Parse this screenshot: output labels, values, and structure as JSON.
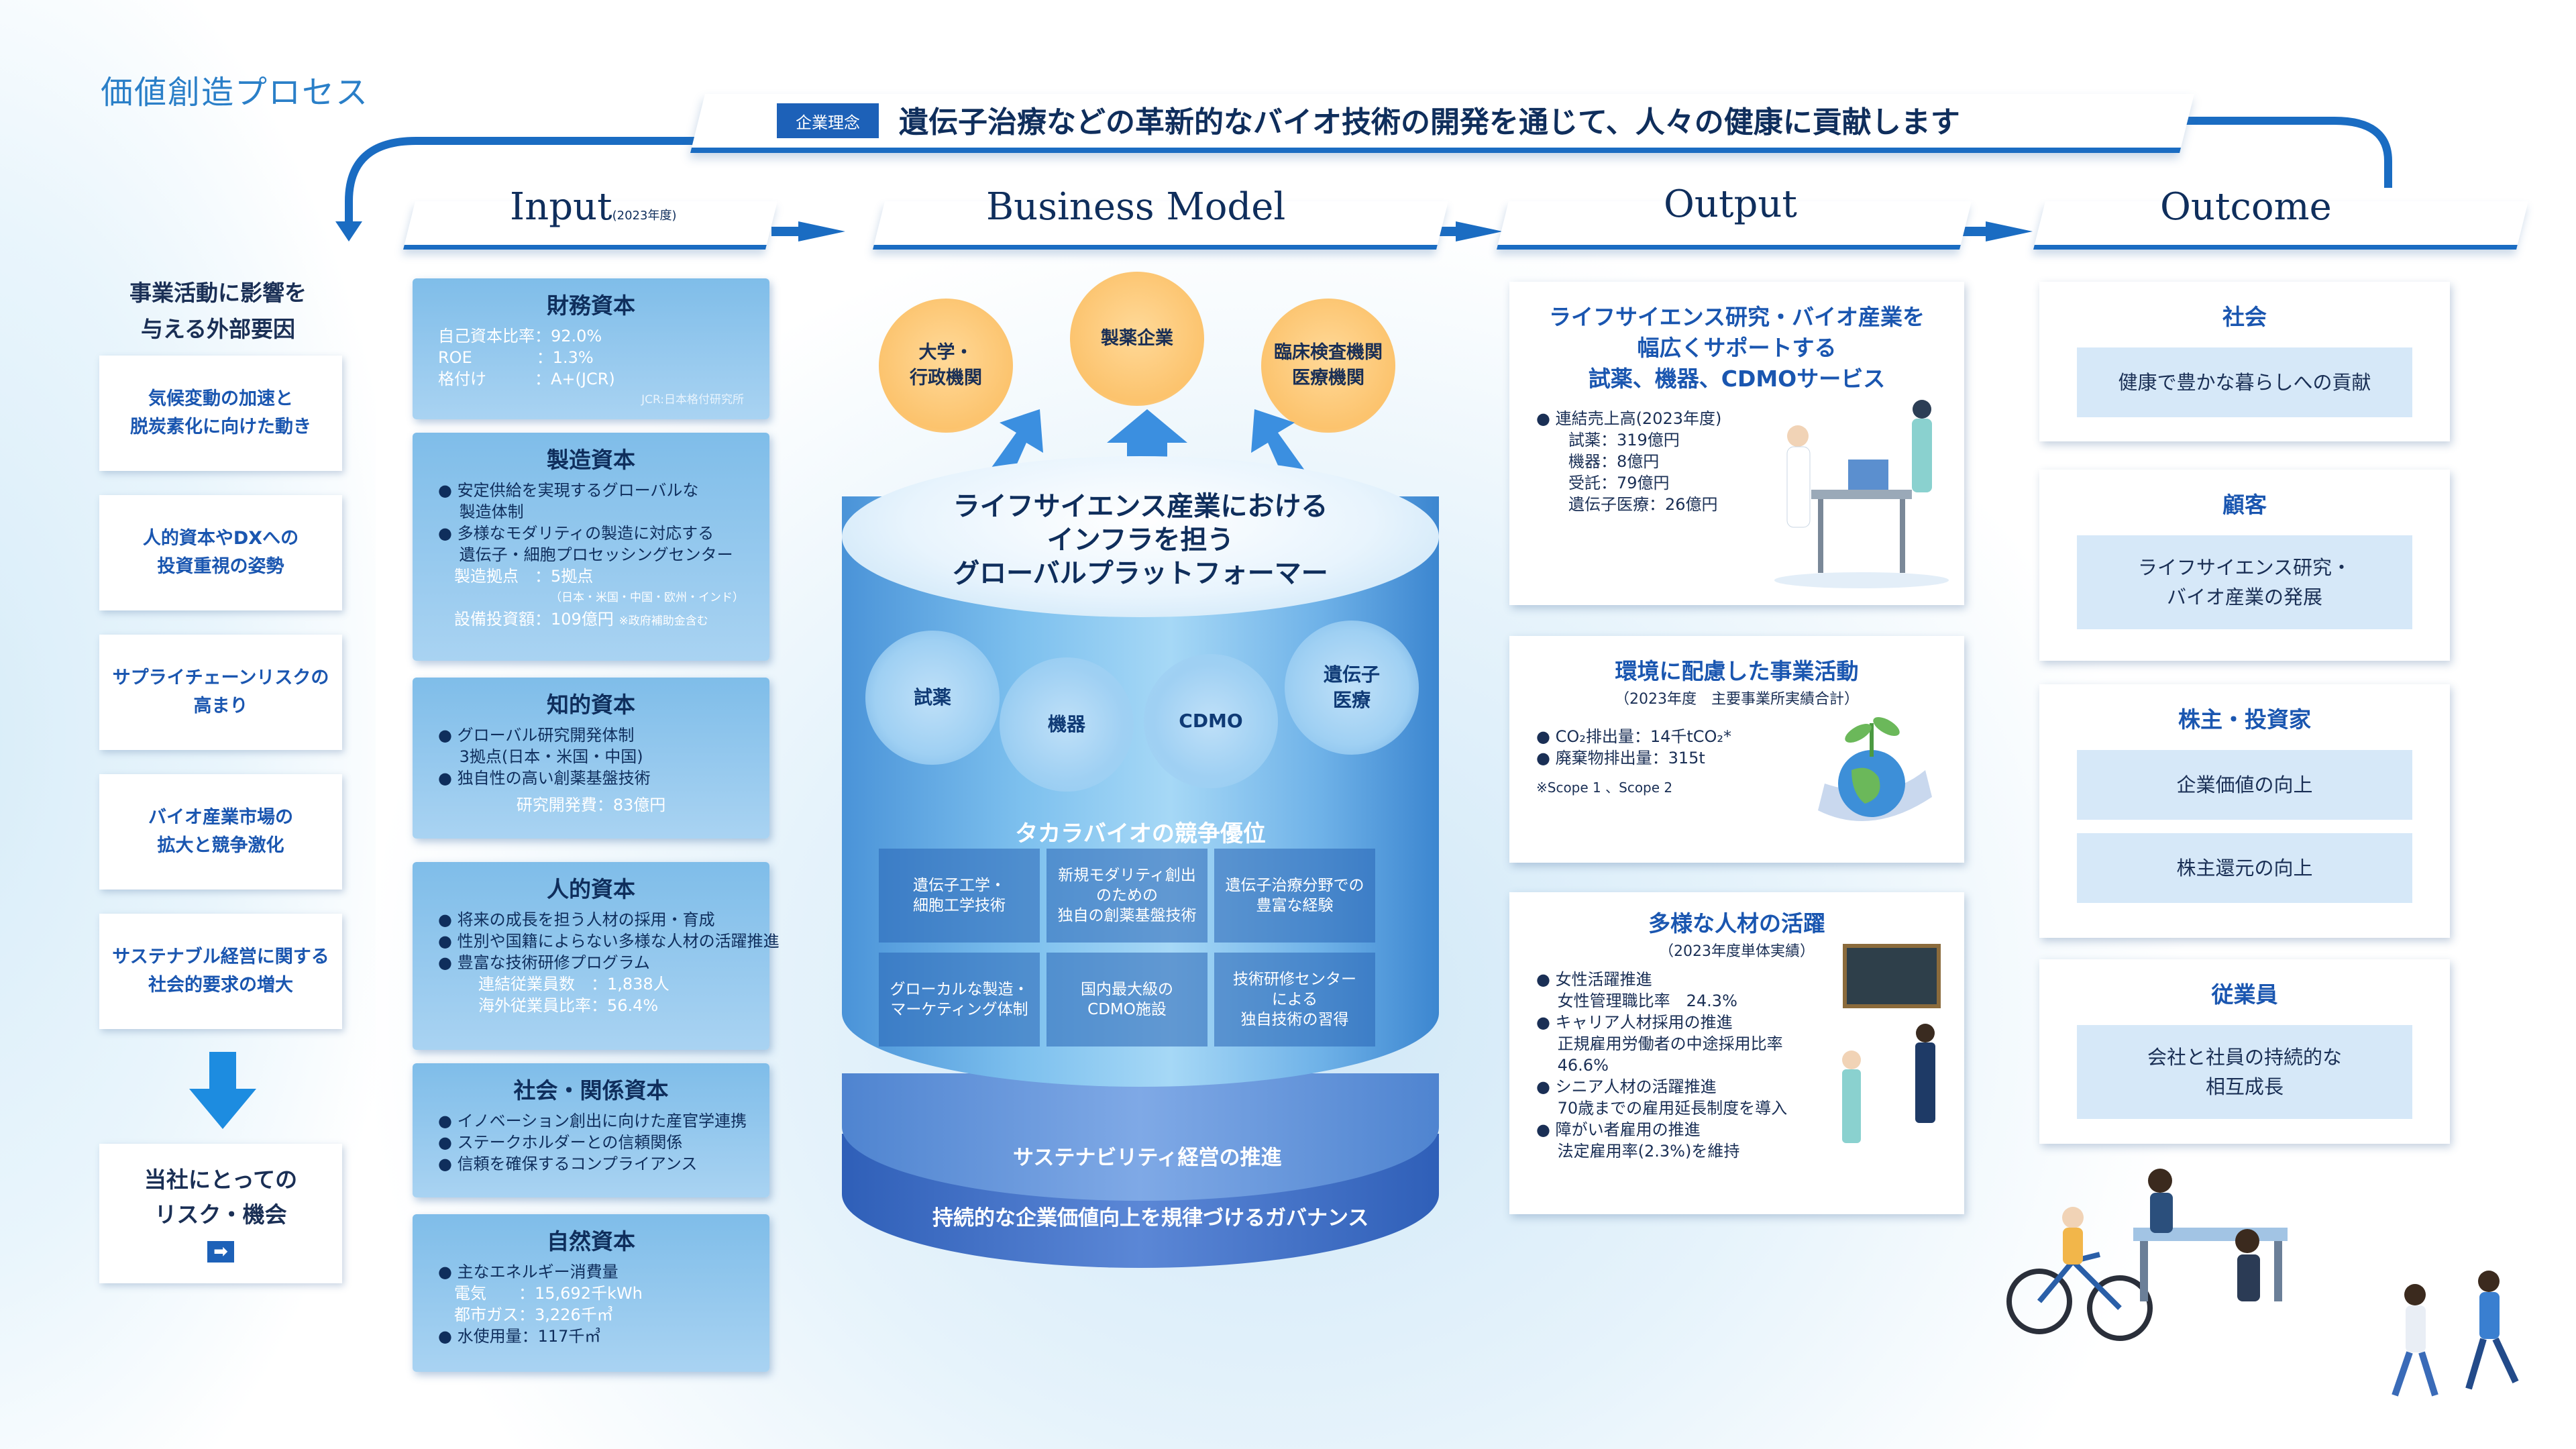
{
  "page_title": "価値創造プロセス",
  "mission": {
    "tag": "企業理念",
    "text": "遺伝子治療などの革新的なバイオ技術の開発を通じて、人々の健康に貢献します"
  },
  "stages": {
    "input": "Input",
    "input_sub": "(2023年度)",
    "business_model": "Business Model",
    "output": "Output",
    "outcome": "Outcome"
  },
  "external": {
    "title_1": "事業活動に影響を",
    "title_2": "与える外部要因",
    "items": [
      {
        "l1": "気候変動の加速と",
        "l2": "脱炭素化に向けた動き"
      },
      {
        "l1": "人的資本やDXへの",
        "l2": "投資重視の姿勢"
      },
      {
        "l1": "サプライチェーンリスクの",
        "l2": "高まり"
      },
      {
        "l1": "バイオ産業市場の",
        "l2": "拡大と競争激化"
      },
      {
        "l1": "サステナブル経営に関する",
        "l2": "社会的要求の増大"
      }
    ],
    "risk_1": "当社にとっての",
    "risk_2": "リスク・機会",
    "risk_arrow": "➡"
  },
  "capitals": {
    "financial": {
      "title": "財務資本",
      "l1": "自己資本比率：92.0%",
      "l2": "ROE　　　　：1.3%",
      "l3": "格付け　　　：A+(JCR)",
      "note": "JCR:日本格付研究所"
    },
    "manufacturing": {
      "title": "製造資本",
      "l1": "● 安定供給を実現するグローバルな",
      "l2": "　 製造体制",
      "l3": "● 多様なモダリティの製造に対応する",
      "l4": "　 遺伝子・細胞プロセッシングセンター",
      "l5": "　製造拠点　：5拠点",
      "l6": "（日本・米国・中国・欧州・インド）",
      "l7": "　設備投資額：109億円",
      "l7_note": "※政府補助金含む"
    },
    "intellectual": {
      "title": "知的資本",
      "l1": "● グローバル研究開発体制",
      "l2": "　 3拠点(日本・米国・中国)",
      "l3": "● 独自性の高い創薬基盤技術",
      "l4": "研究開発費：83億円"
    },
    "human": {
      "title": "人的資本",
      "l1": "● 将来の成長を担う人材の採用・育成",
      "l2": "● 性別や国籍によらない多様な人材の活躍推進",
      "l3": "● 豊富な技術研修プログラム",
      "l4": "連結従業員数　：1,838人",
      "l5": "海外従業員比率：56.4%"
    },
    "social": {
      "title": "社会・関係資本",
      "l1": "● イノベーション創出に向けた産官学連携",
      "l2": "● ステークホルダーとの信頼関係",
      "l3": "● 信頼を確保するコンプライアンス"
    },
    "natural": {
      "title": "自然資本",
      "l1": "● 主なエネルギー消費量",
      "l2": "　電気　　：15,692千kWh",
      "l3": "　都市ガス：3,226千㎥",
      "l4": "● 水使用量：117千㎥"
    }
  },
  "business_model": {
    "clients": [
      {
        "l1": "大学・",
        "l2": "行政機関"
      },
      {
        "l1": "製薬企業",
        "l2": ""
      },
      {
        "l1": "臨床検査機関",
        "l2": "医療機関"
      }
    ],
    "title_1": "ライフサイエンス産業における",
    "title_2": "インフラを担う",
    "title_3": "グローバルプラットフォーマー",
    "segments": [
      {
        "l1": "試薬",
        "l2": ""
      },
      {
        "l1": "機器",
        "l2": ""
      },
      {
        "l1": "CDMO",
        "l2": ""
      },
      {
        "l1": "遺伝子",
        "l2": "医療"
      }
    ],
    "advantage_title": "タカラバイオの競争優位",
    "advantages": [
      {
        "l1": "遺伝子工学・",
        "l2": "細胞工学技術",
        "l3": ""
      },
      {
        "l1": "新規モダリティ創出",
        "l2": "のための",
        "l3": "独自の創薬基盤技術"
      },
      {
        "l1": "遺伝子治療分野での",
        "l2": "豊富な経験",
        "l3": ""
      },
      {
        "l1": "グローカルな製造・",
        "l2": "マーケティング体制",
        "l3": ""
      },
      {
        "l1": "国内最大級の",
        "l2": "CDMO施設",
        "l3": ""
      },
      {
        "l1": "技術研修センター",
        "l2": "による",
        "l3": "独自技術の習得"
      }
    ],
    "band1": "サステナビリティ経営の推進",
    "band2": "持続的な企業価値向上を規律づけるガバナンス"
  },
  "outputs": {
    "o1": {
      "t1": "ライフサイエンス研究・バイオ産業を",
      "t2": "幅広くサポートする",
      "t3": "試薬、機器、CDMOサービス",
      "l1": "● 連結売上高(2023年度)",
      "l2": "　　試薬：319億円",
      "l3": "　　機器：8億円",
      "l4": "　　受託：79億円",
      "l5": "　　遺伝子医療：26億円"
    },
    "o2": {
      "t1": "環境に配慮した事業活動",
      "sub": "（2023年度　主要事業所実績合計）",
      "l1": "● CO₂排出量：14千tCO₂*",
      "l2": "● 廃棄物排出量：315t",
      "note": "※Scope 1 、Scope 2"
    },
    "o3": {
      "t1": "多様な人材の活躍",
      "sub": "（2023年度単体実績）",
      "l1": "● 女性活躍推進",
      "l2": "　 女性管理職比率　24.3%",
      "l3": "● キャリア人材採用の推進",
      "l4": "　 正規雇用労働者の中途採用比率",
      "l5": "　 46.6%",
      "l6": "● シニア人材の活躍推進",
      "l7": "　 70歳までの雇用延長制度を導入",
      "l8": "● 障がい者雇用の推進",
      "l9": "　 法定雇用率(2.3%)を維持"
    }
  },
  "outcomes": {
    "society": {
      "title": "社会",
      "item": "健康で豊かな暮らしへの貢献"
    },
    "customers": {
      "title": "顧客",
      "item1": "ライフサイエンス研究・",
      "item2": "バイオ産業の発展"
    },
    "shareholders": {
      "title": "株主・投資家",
      "item1": "企業価値の向上",
      "item2": "株主還元の向上"
    },
    "employees": {
      "title": "従業員",
      "item1": "会社と社員の持続的な",
      "item2": "相互成長"
    }
  },
  "colors": {
    "accent": "#1a6cc2",
    "navy": "#0f2e5c",
    "capital": "#8ec6ee",
    "bubble": "#fcc36d"
  }
}
